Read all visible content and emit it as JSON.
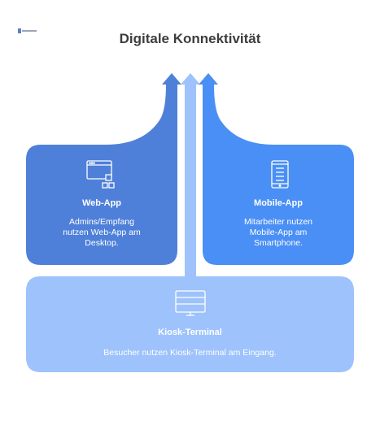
{
  "header": {
    "logo_alt": "logo",
    "title": "Digitale Konnektivität"
  },
  "colors": {
    "web_app": "#4f80d9",
    "mobile_app": "#4a8ff5",
    "kiosk": "#9ec2fb",
    "kiosk_text": "#ffffff"
  },
  "cards": {
    "web_app": {
      "icon": "desktop-app-icon",
      "title": "Web-App",
      "description": "Admins/Empfang\nnutzen Web-App am\nDesktop."
    },
    "mobile_app": {
      "icon": "smartphone-icon",
      "title": "Mobile-App",
      "description": "Mitarbeiter nutzen\nMobile-App am\nSmartphone."
    },
    "kiosk": {
      "icon": "kiosk-terminal-icon",
      "title": "Kiosk-Terminal",
      "description": "Besucher nutzen Kiosk-Terminal am Eingang."
    }
  }
}
